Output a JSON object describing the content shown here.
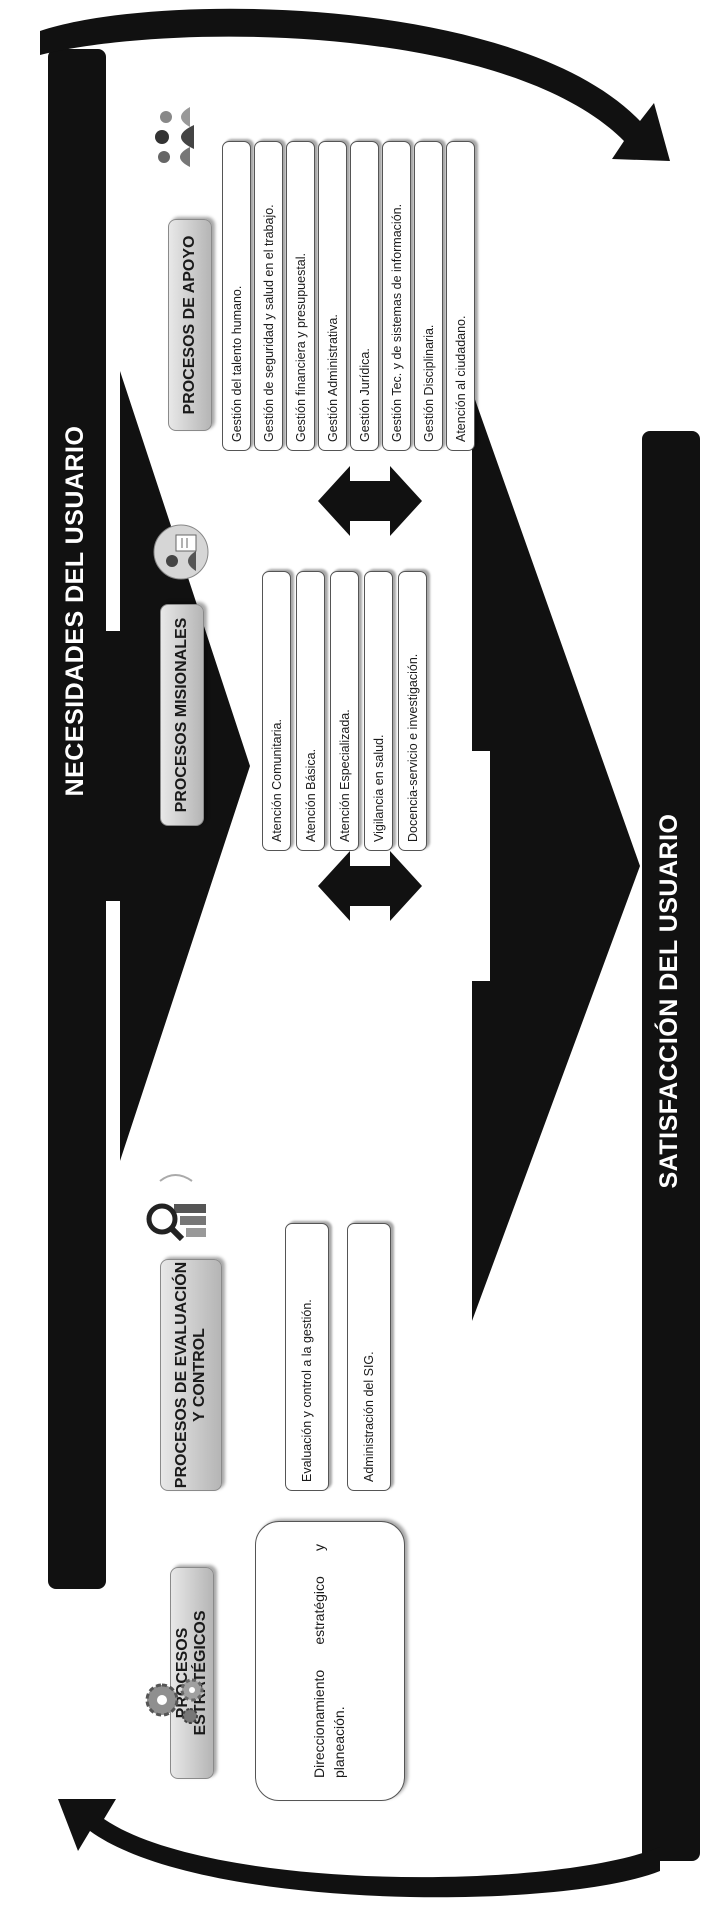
{
  "flow": {
    "top_bar_label": "NECESIDADES DEL USUARIO",
    "bottom_bar_label": "SATISFACCIÓN DEL USUARIO"
  },
  "categories": [
    {
      "header": "PROCESOS ESTRATÉGICOS",
      "icon": "gears-icon",
      "items": [
        "Direccionamiento estratégico y planeación."
      ]
    },
    {
      "header": "PROCESOS DE EVALUACIÓN Y CONTROL",
      "icon": "magnifier-chart-icon",
      "items": [
        "Evaluación y control a la gestión.",
        "Administración del SIG."
      ]
    },
    {
      "header": "PROCESOS MISIONALES",
      "icon": "doctor-patient-icon",
      "items": [
        "Atención Comunitaria.",
        "Atención Básica.",
        "Atención Especializada.",
        "Vigilancia en salud.",
        "Docencia-servicio e investigación."
      ]
    },
    {
      "header": "PROCESOS DE APOYO",
      "icon": "people-group-icon",
      "items": [
        "Gestión del talento humano.",
        "Gestión de seguridad y salud en el trabajo.",
        "Gestión financiera y presupuestal.",
        "Gestión Administrativa.",
        "Gestión Jurídica.",
        "Gestión Tec. y de sistemas de información.",
        "Gestión Disciplinaria.",
        "Atención al ciudadano."
      ]
    }
  ],
  "colors": {
    "bar": "#111111",
    "header_gradient_top": "#e8e8e8",
    "header_gradient_bottom": "#b5b5b5"
  }
}
